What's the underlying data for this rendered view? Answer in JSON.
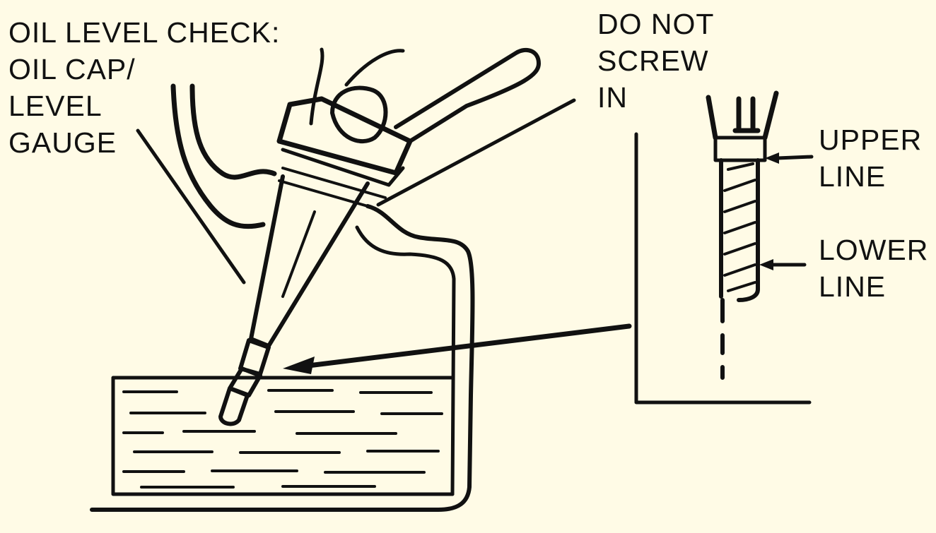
{
  "diagram": {
    "label_oil_gauge": [
      "OIL LEVEL CHECK:",
      "OIL CAP/",
      "LEVEL",
      "GAUGE"
    ],
    "label_do_not_screw": [
      "DO NOT",
      "SCREW",
      "IN"
    ],
    "label_upper_line": [
      "UPPER",
      "LINE"
    ],
    "label_lower_line": [
      "LOWER",
      "LINE"
    ]
  },
  "colors": {
    "ink": "#111111",
    "paper": "#fffbe6"
  }
}
